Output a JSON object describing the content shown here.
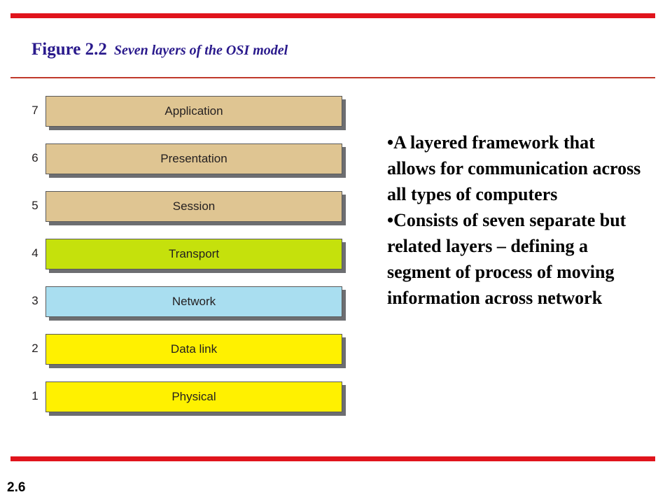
{
  "figure": {
    "number": "Figure 2.2",
    "caption": "Seven layers of the OSI model"
  },
  "layers": [
    {
      "num": "7",
      "label": "Application",
      "color": "#dfc592"
    },
    {
      "num": "6",
      "label": "Presentation",
      "color": "#dfc592"
    },
    {
      "num": "5",
      "label": "Session",
      "color": "#dfc592"
    },
    {
      "num": "4",
      "label": "Transport",
      "color": "#c5e10c"
    },
    {
      "num": "3",
      "label": "Network",
      "color": "#a9def0"
    },
    {
      "num": "2",
      "label": "Data link",
      "color": "#fff100"
    },
    {
      "num": "1",
      "label": "Physical",
      "color": "#fff100"
    }
  ],
  "bullets": [
    "•A layered framework that allows for communication across all types of computers",
    "•Consists of seven separate but related layers – defining a segment of process of moving information across network"
  ],
  "slide_number": "2.6",
  "colors": {
    "accent_rule": "#e0141c",
    "title": "#2a1a8c"
  }
}
